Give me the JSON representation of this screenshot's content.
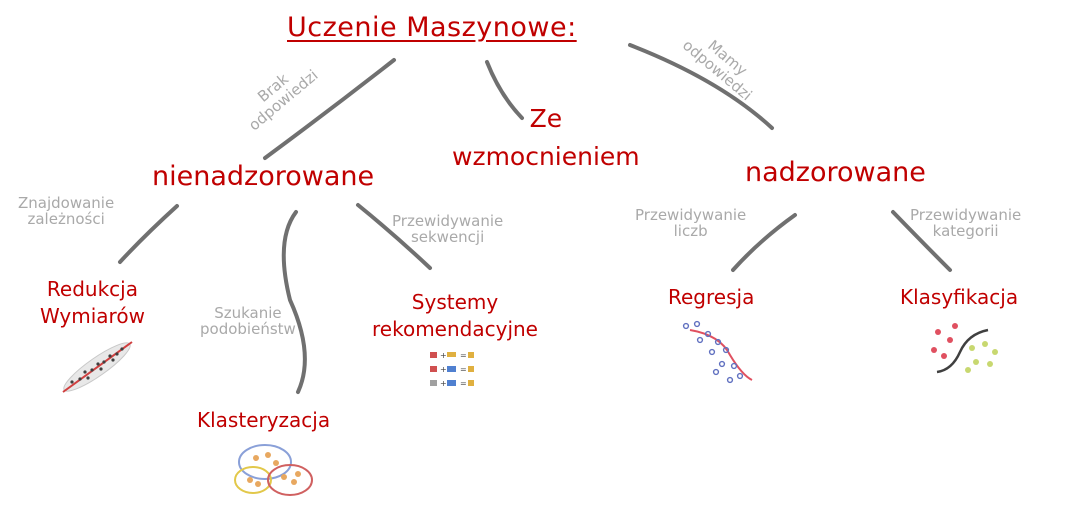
{
  "title": "Uczenie Maszynowe:",
  "categories": {
    "unsupervised": "nienadzorowane",
    "reinforcement": {
      "line1": "Ze",
      "line2": "wzmocnieniem"
    },
    "supervised": "nadzorowane"
  },
  "edge_labels": {
    "no_answers": {
      "line1": "Brak",
      "line2": "odpowiedzi"
    },
    "have_answers": {
      "line1": "Mamy",
      "line2": "odpowiedzi"
    },
    "finding_dependencies": {
      "line1": "Znajdowanie",
      "line2": "zależności"
    },
    "finding_similarities": {
      "line1": "Szukanie",
      "line2": "podobieństw"
    },
    "predicting_sequences": {
      "line1": "Przewidywanie",
      "line2": "sekwencji"
    },
    "predicting_numbers": {
      "line1": "Przewidywanie",
      "line2": "liczb"
    },
    "predicting_categories": {
      "line1": "Przewidywanie",
      "line2": "kategorii"
    }
  },
  "methods": {
    "dimensionality_reduction": {
      "line1": "Redukcja",
      "line2": "Wymiarów"
    },
    "clustering": "Klasteryzacja",
    "recommender_systems": {
      "line1": "Systemy",
      "line2": "rekomendacyjne"
    },
    "regression": "Regresja",
    "classification": "Klasyfikacja"
  },
  "colors": {
    "heading": "#c00000",
    "edge_label": "#a9a9a9",
    "connector": "#707070"
  }
}
